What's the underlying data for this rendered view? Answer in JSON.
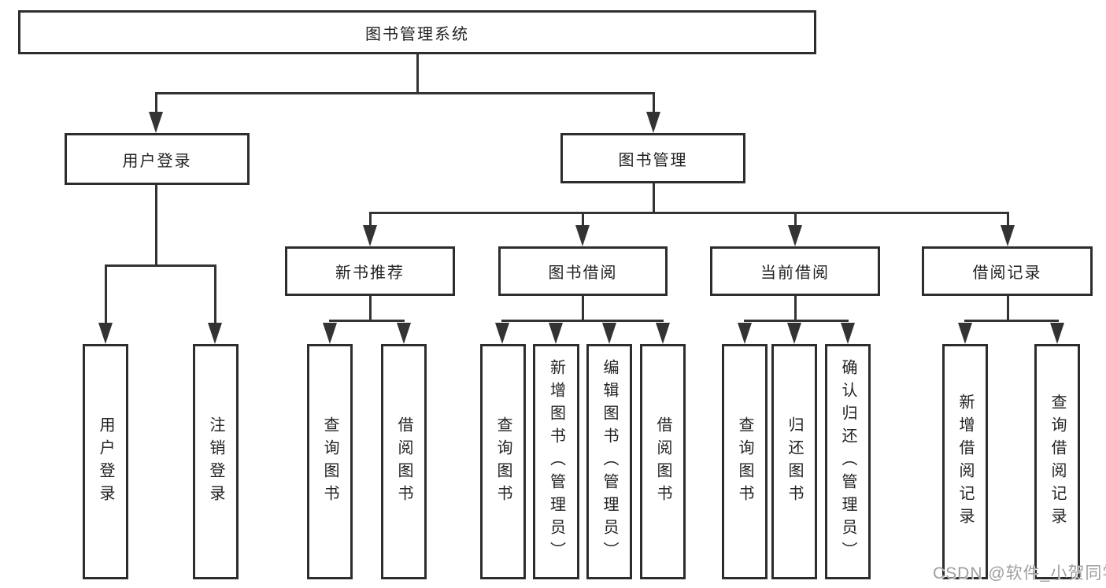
{
  "tree": {
    "root_label": "图书管理系统",
    "login_branch": {
      "label": "用户登录",
      "leaves": [
        "用户登录",
        "注销登录"
      ]
    },
    "management_branch": {
      "label": "图书管理",
      "groups": [
        {
          "label": "新书推荐",
          "leaves": [
            "查询图书",
            "借阅图书"
          ]
        },
        {
          "label": "图书借阅",
          "leaves": [
            "查询图书",
            "新增图书（管理员）",
            "编辑图书（管理员）",
            "借阅图书"
          ]
        },
        {
          "label": "当前借阅",
          "leaves": [
            "查询图书",
            "归还图书",
            "确认归还（管理员）"
          ]
        },
        {
          "label": "借阅记录",
          "leaves": [
            "新增借阅记录",
            "查询借阅记录"
          ]
        }
      ]
    }
  },
  "watermark": "CSDN @软件_小贺同学",
  "colors": {
    "line": "#333333",
    "box_border": "#2d2d2d",
    "text": "#222222",
    "watermark": "#9e9e9e",
    "background": "#ffffff"
  }
}
